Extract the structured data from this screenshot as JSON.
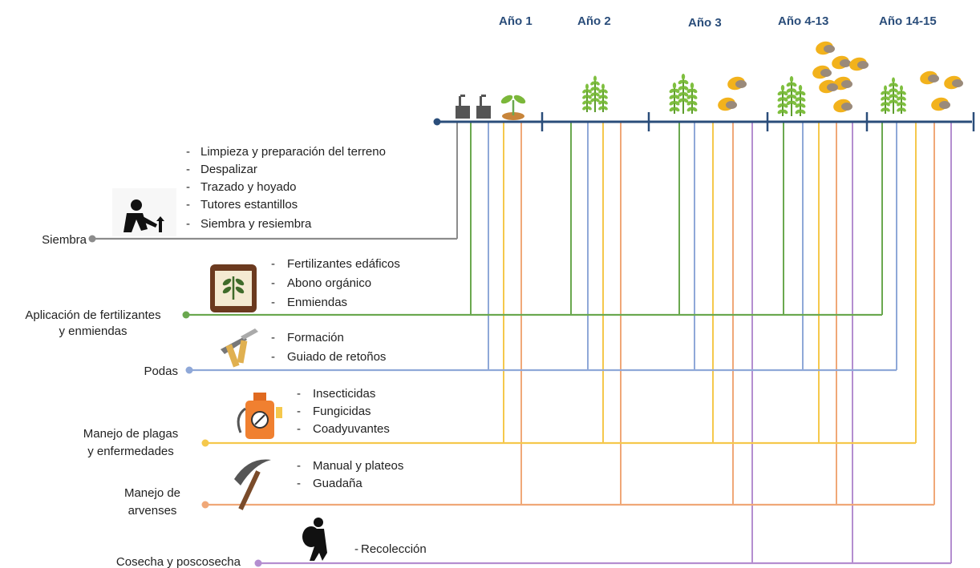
{
  "years": [
    "Año 1",
    "Año 2",
    "Año 3",
    "Año 4-13",
    "Año 14-15"
  ],
  "categories": [
    {
      "id": "siembra",
      "lines": [
        "Siembra"
      ],
      "color": "#8c8c8c",
      "icon": "planting-person-icon",
      "activities": [
        "Limpieza y preparación del terreno",
        "Despalizar",
        "Trazado y hoyado",
        "Tutores estantillos",
        "Siembra y resiembra"
      ]
    },
    {
      "id": "fertilizantes",
      "lines": [
        "Aplicación de fertilizantes",
        "y enmiendas"
      ],
      "color": "#6aa84f",
      "icon": "fertilizer-bag-icon",
      "activities": [
        "Fertilizantes edáficos",
        "Abono orgánico",
        "Enmiendas"
      ]
    },
    {
      "id": "podas",
      "lines": [
        "Podas"
      ],
      "color": "#8fa8d8",
      "icon": "pruning-shears-icon",
      "activities": [
        "Formación",
        "Guiado de retoños"
      ]
    },
    {
      "id": "plagas",
      "lines": [
        "Manejo de plagas",
        "y enfermedades"
      ],
      "color": "#f5c84c",
      "icon": "sprayer-icon",
      "activities": [
        "Insecticidas",
        "Fungicidas",
        "Coadyuvantes"
      ]
    },
    {
      "id": "arvenses",
      "lines": [
        "Manejo de",
        "arvenses"
      ],
      "color": "#f0a878",
      "icon": "pickaxe-icon",
      "activities": [
        "Manual y plateos",
        "Guadaña"
      ]
    },
    {
      "id": "cosecha",
      "lines": [
        "Cosecha y poscosecha"
      ],
      "color": "#b48ed0",
      "icon": "harvester-icon",
      "activities": [
        "Recolección"
      ]
    }
  ],
  "colors": {
    "timeline": "#2a4d7a",
    "year_text": "#2a4d7a"
  },
  "stage_icons": [
    "seedling-pots-icon",
    "sprout-icon",
    "young-plant-icon",
    "plant-with-fruit-icon",
    "productive-plant-icon",
    "mature-plant-icon"
  ]
}
